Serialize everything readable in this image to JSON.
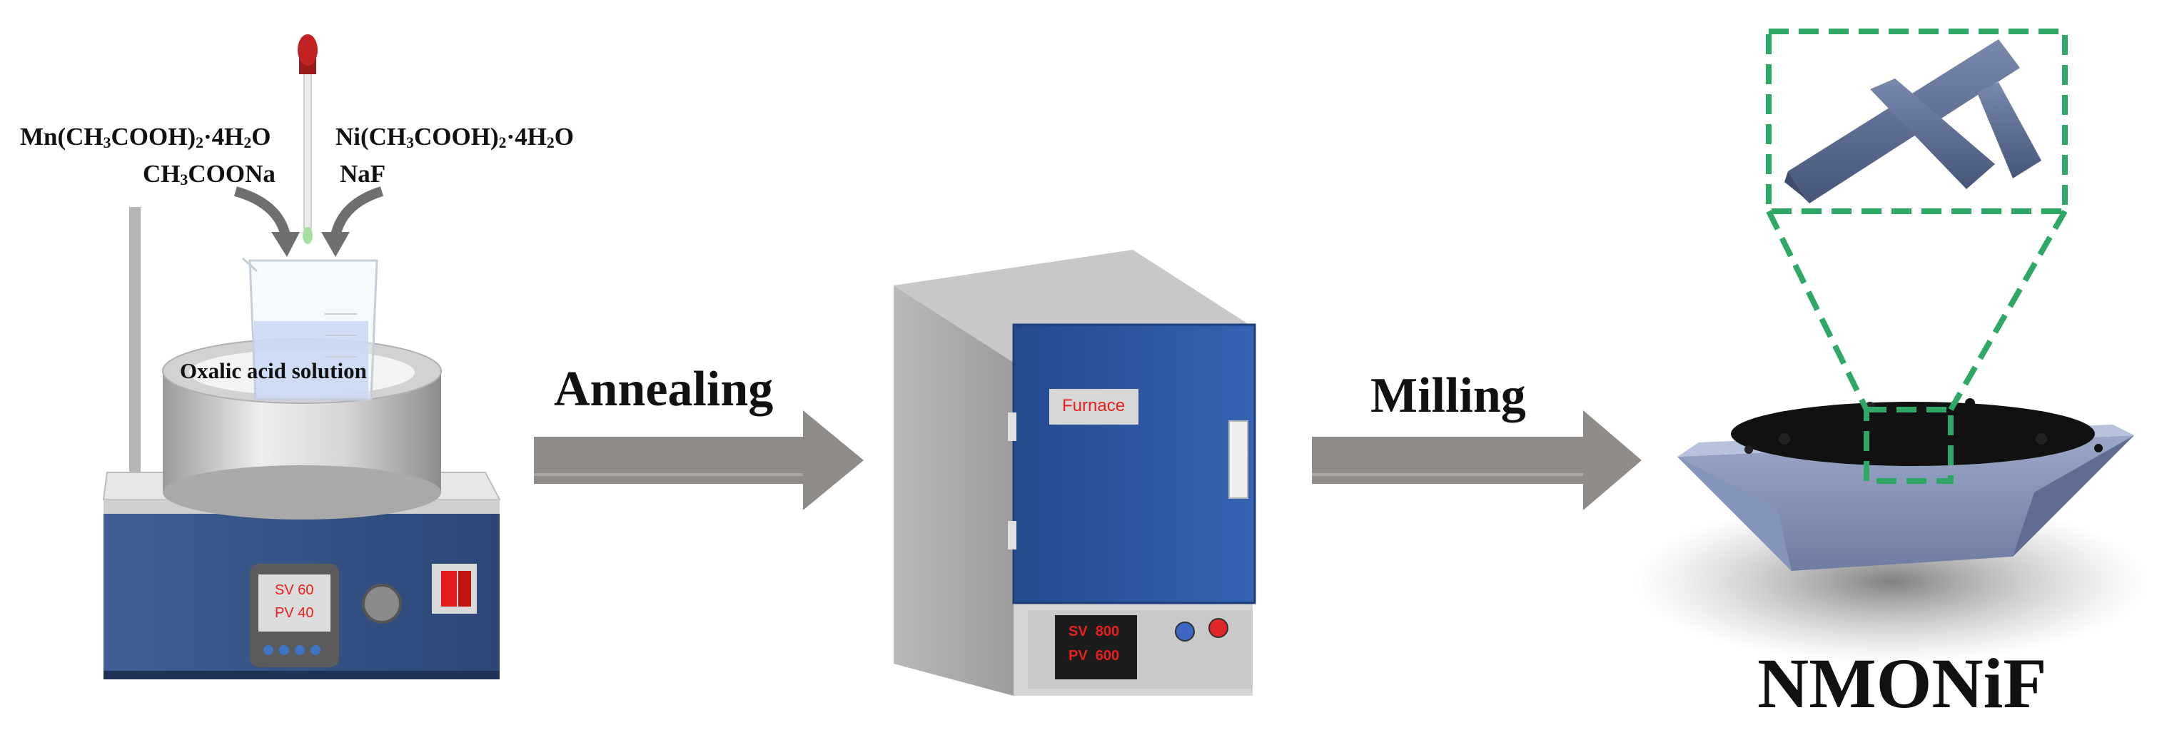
{
  "reagents_left": {
    "line1": "Mn(CH3COOH)2·4H2O",
    "line2": "CH3COONa"
  },
  "reagents_right": {
    "line1": "Ni(CH3COOH)2·4H2O",
    "line2": "NaF"
  },
  "beaker_label": "Oxalic acid solution",
  "stirrer_display": {
    "sv": "SV 60",
    "pv": "PV 40"
  },
  "steps": {
    "annealing": "Annealing",
    "milling": "Milling"
  },
  "furnace": {
    "label": "Furnace",
    "sv": "SV  800",
    "pv": "PV  600"
  },
  "product": "NMONiF",
  "colors": {
    "arrow": "#8f8b88",
    "furnace_door": "#2d57a0",
    "display_text": "#e8201c",
    "zoom_box": "#2fa866",
    "rod": "#5a6b8d"
  }
}
